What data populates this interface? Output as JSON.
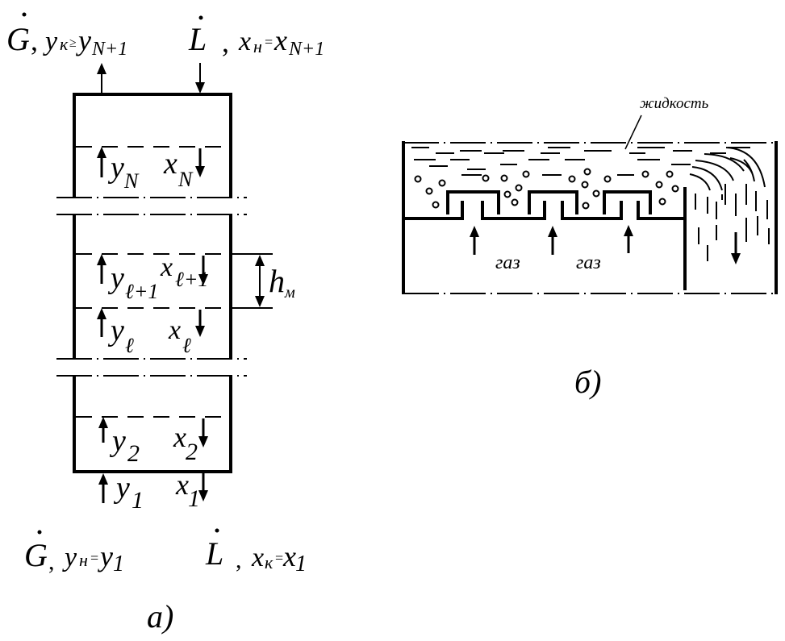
{
  "diagram_a": {
    "caption": "а)",
    "top_left": {
      "flow": "G",
      "var": "y",
      "sub": "к",
      "rel": "≥",
      "var2": "y",
      "sub2": "N+1"
    },
    "top_right": {
      "flow": "L",
      "var": "x",
      "sub": "н",
      "rel": "=",
      "var2": "x",
      "sub2": "N+1"
    },
    "bottom_left": {
      "flow": "G",
      "var": "y",
      "sub": "н",
      "rel": "=",
      "var2": "y",
      "sub2": "1"
    },
    "bottom_right": {
      "flow": "L",
      "var": "x",
      "sub": "к",
      "rel": "=",
      "var2": "x",
      "sub2": "1"
    },
    "stages": [
      {
        "y": "y",
        "y_sub": "N",
        "x": "x",
        "x_sub": "N"
      },
      {
        "y": "y",
        "y_sub": "ℓ+1",
        "x": "x",
        "x_sub": "ℓ+1"
      },
      {
        "y": "y",
        "y_sub": "ℓ",
        "x": "x",
        "x_sub": "ℓ"
      },
      {
        "y": "y",
        "y_sub": "2",
        "x": "x",
        "x_sub": "2"
      },
      {
        "y": "y",
        "y_sub": "1",
        "x": "x",
        "x_sub": "1"
      }
    ],
    "spacing_label": {
      "var": "h",
      "sub": "м"
    },
    "comma": ","
  },
  "diagram_b": {
    "caption": "б)",
    "liquid_label": "жидкость",
    "gas_labels": [
      "газ",
      "газ"
    ]
  }
}
